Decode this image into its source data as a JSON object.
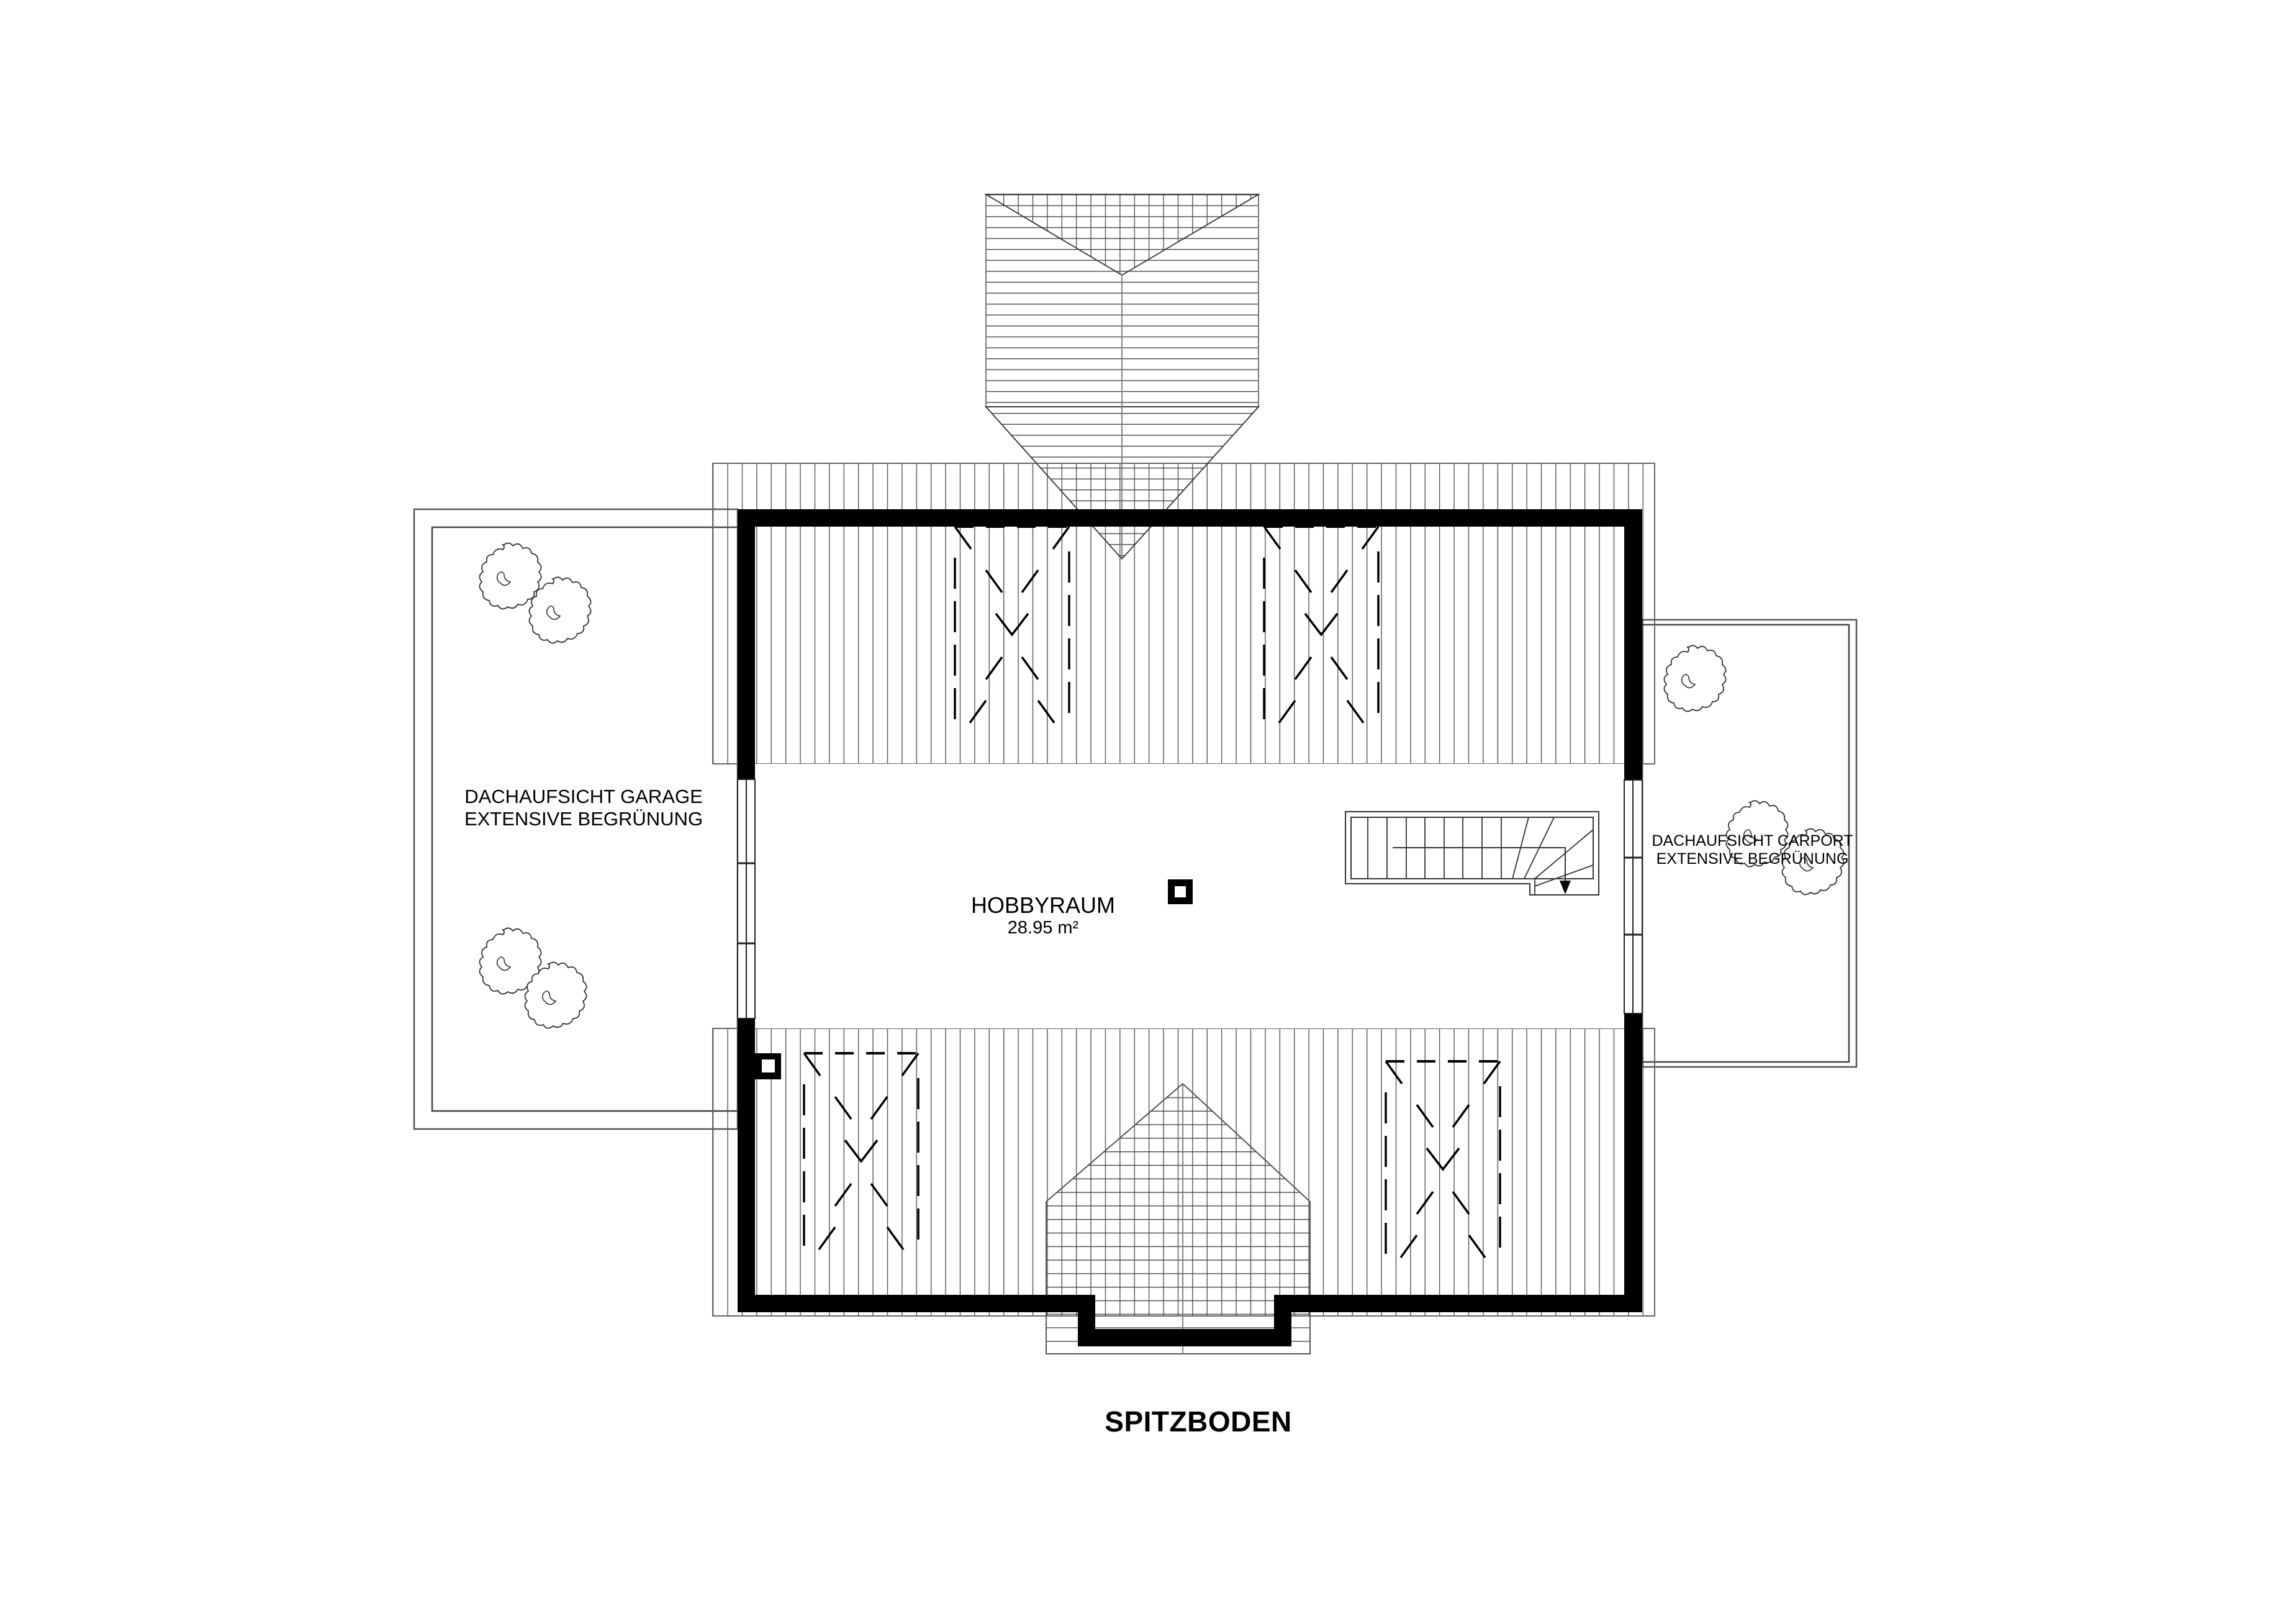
{
  "drawing": {
    "title": "SPITZBODEN",
    "type": "floor-plan",
    "colors": {
      "wall": "#000000",
      "line": "#555555",
      "background": "#ffffff"
    }
  },
  "rooms": [
    {
      "name": "HOBBYRAUM",
      "area": "28.95 m²"
    }
  ],
  "roof_areas": {
    "garage": {
      "line1": "DACHAUFSICHT GARAGE",
      "line2": "EXTENSIVE BEGRÜNUNG"
    },
    "carport": {
      "line1": "DACHAUFSICHT CARPORT",
      "line2": "EXTENSIVE BEGRÜNUNG"
    }
  },
  "symbols": {
    "chimney_count": 2,
    "skylight_count": 4,
    "tree_count": 7,
    "stair": "winder-stair-down"
  }
}
